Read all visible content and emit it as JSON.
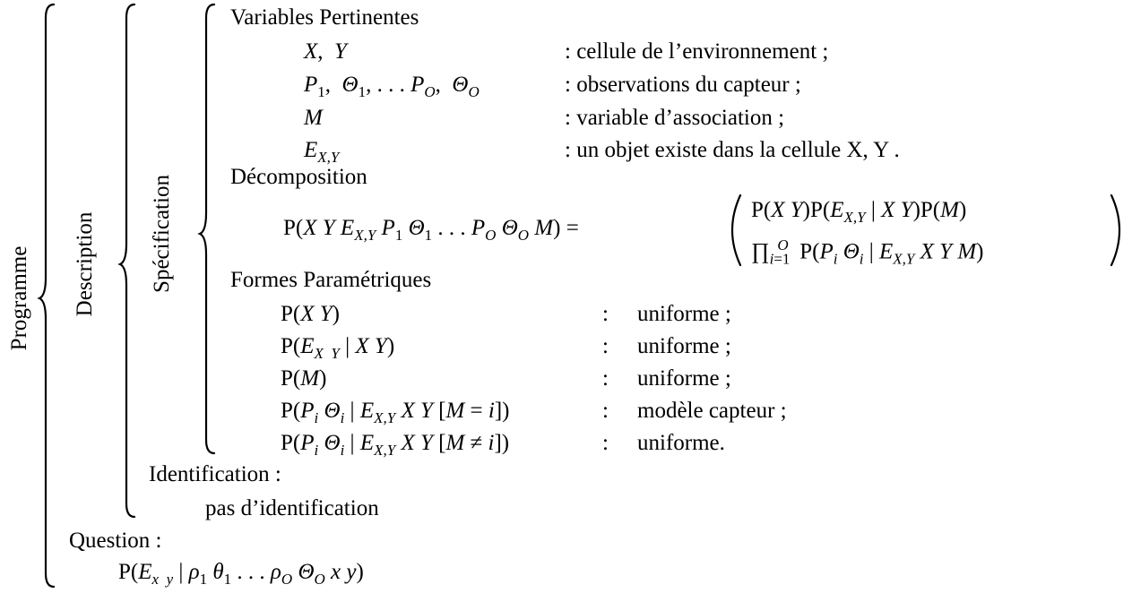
{
  "labels": {
    "programme": "Programme",
    "description": "Description",
    "specification": "Spécification"
  },
  "variables": {
    "title": "Variables Pertinentes",
    "items": [
      {
        "symbol": "X, Y",
        "desc": ": cellule de l’environnement ;"
      },
      {
        "symbol": "P1, Θ1, . . . PO, ΘO",
        "desc": ": observations du capteur ;"
      },
      {
        "symbol": "M",
        "desc": ": variable d’association ;"
      },
      {
        "symbol": "EX,Y",
        "desc": ": un objet existe dans la cellule X, Y ."
      }
    ]
  },
  "decomposition": {
    "title": "Décomposition",
    "lhs": "P(X Y EX,Y P1 Θ1 . . . PO ΘO M) =",
    "rhs_line1": "P(X Y)P(EX,Y | X Y)P(M)",
    "rhs_line2": "∏i=1O P(Pi Θi | EX,Y X Y M)"
  },
  "forms": {
    "title": "Formes Paramétriques",
    "items": [
      {
        "term": "P(X Y)",
        "sep": ":",
        "value": "uniforme ;"
      },
      {
        "term": "P(EX Y | X Y)",
        "sep": ":",
        "value": "uniforme ;"
      },
      {
        "term": "P(M)",
        "sep": ":",
        "value": "uniforme ;"
      },
      {
        "term": "P(Pi Θi | EX,Y X Y [M = i])",
        "sep": ":",
        "value": "modèle capteur ;"
      },
      {
        "term": "P(Pi Θi | EX,Y X Y [M ≠ i])",
        "sep": ":",
        "value": "uniforme."
      }
    ]
  },
  "identification": {
    "title": "Identification :",
    "value": "pas d’identification"
  },
  "question": {
    "title": "Question :",
    "value": "P(Ex y | ρ1 θ1 . . . ρO ΘO x y)"
  }
}
